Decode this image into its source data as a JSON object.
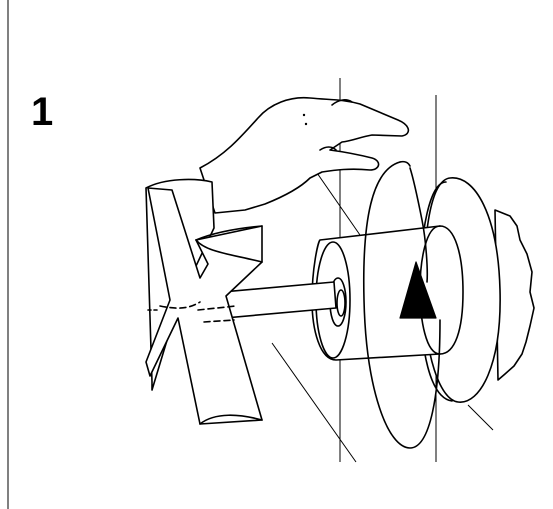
{
  "step": {
    "number": "1"
  },
  "illustration": {
    "subject": "hand-rotating-shaft-assembly",
    "rotation_direction": "arrow-up",
    "colors": {
      "ink": "#000000",
      "background": "#ffffff"
    }
  }
}
